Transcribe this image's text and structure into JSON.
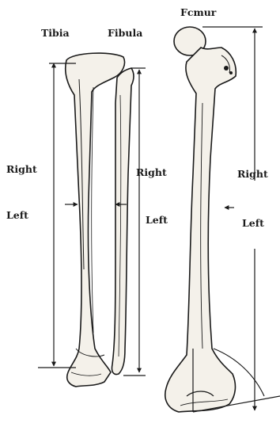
{
  "labels": {
    "tibia": "Tibia",
    "fibula": "Fibula",
    "femur": "Fcmur",
    "tibia_right": "Right",
    "tibia_left": "Left",
    "fibula_right": "Right",
    "fibula_left": "Left",
    "femur_right": "Right",
    "femur_left": "Left"
  },
  "colors": {
    "ink": "#1a1a1a",
    "bone_fill": "#f4f1ea",
    "paper": "#ffffff"
  }
}
